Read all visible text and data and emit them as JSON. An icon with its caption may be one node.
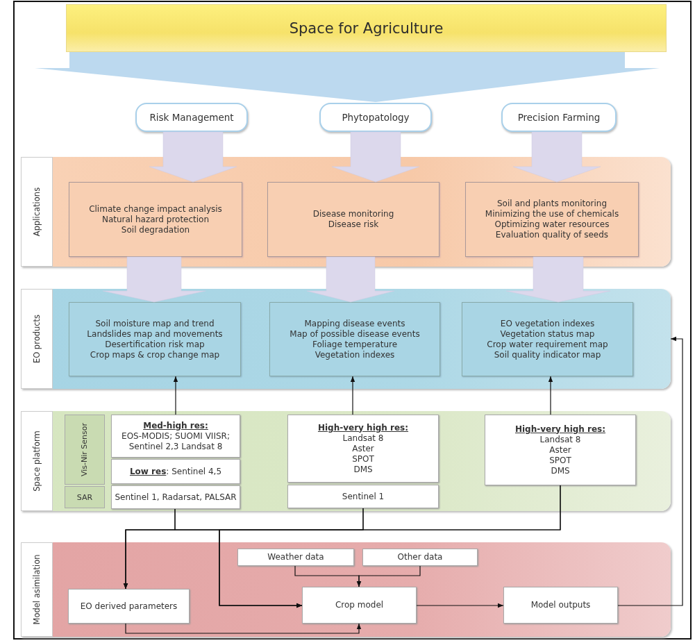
{
  "diagram": {
    "nodes": [
      {
        "text": [
          "Space for Agriculture"
        ]
      },
      {
        "text": [
          "Risk Management"
        ]
      },
      {
        "text": [
          "Phytopatology"
        ]
      },
      {
        "text": [
          "Precision Farming"
        ]
      },
      {
        "text": [
          "Applications"
        ]
      },
      {
        "text": [
          "Climate change impact analysis",
          "Natural hazard protection",
          "Soil degradation"
        ],
        "in": 4
      },
      {
        "text": [
          "Disease monitoring",
          "Disease risk"
        ],
        "in": 4
      },
      {
        "text": [
          "Soil and plants monitoring",
          "Minimizing the use of chemicals",
          "Optimizing water resources",
          "Evaluation quality of seeds"
        ],
        "in": 4
      },
      {
        "text": [
          "EO products"
        ]
      },
      {
        "text": [
          "Soil moisture map and trend",
          "Landslides map and movements",
          "Desertification risk map",
          "Crop maps & crop change map"
        ],
        "in": 8
      },
      {
        "text": [
          "Mapping disease events",
          "Map of possible disease events",
          "Foliage temperature",
          "Vegetation indexes"
        ],
        "in": 8
      },
      {
        "text": [
          "EO vegetation indexes",
          "Vegetation status map",
          "Crop water requirement map",
          "Soil quality indicator map"
        ],
        "in": 8
      },
      {
        "text": [
          "Space platform"
        ]
      },
      {
        "text": [
          "Vis-Nir Sensor"
        ],
        "in": 12
      },
      {
        "text": [
          "SAR"
        ],
        "in": 12
      },
      {
        "text": [
          "Med-high res:",
          "EOS-MODIS; SUOMI VIISR; Sentinel 2,3 Landsat 8"
        ],
        "in": 12
      },
      {
        "text": [
          "**Low res**: Sentinel 4,5"
        ],
        "in": 12
      },
      {
        "text": [
          "Sentinel 1, Radarsat, PALSAR"
        ],
        "in": 12
      },
      {
        "text": [
          "High-very high res:",
          "Landsat 8",
          "Aster",
          "SPOT",
          "DMS"
        ],
        "in": 12
      },
      {
        "text": [
          "Sentinel 1"
        ],
        "in": 12
      },
      {
        "text": [
          "High-very high res:",
          "Landsat 8",
          "Aster",
          "SPOT",
          "DMS"
        ],
        "in": 12
      },
      {
        "text": [
          "Model asimilation"
        ]
      },
      {
        "text": [
          "Weather data"
        ],
        "in": 21
      },
      {
        "text": [
          "Other data"
        ],
        "in": 21
      },
      {
        "text": [
          "EO derived parameters"
        ],
        "in": 21
      },
      {
        "text": [
          "Crop model"
        ],
        "in": 21
      },
      {
        "text": [
          "Model outputs"
        ],
        "in": 21
      }
    ],
    "edges": [
      {
        "from": 0,
        "to": 2,
        "arrow": "to",
        "style": "thick",
        "color": "#bcd9ef"
      },
      {
        "from": 1,
        "to": 5,
        "arrow": "to",
        "style": "thick",
        "color": "#dcd8ec"
      },
      {
        "from": 2,
        "to": 6,
        "arrow": "to",
        "style": "thick",
        "color": "#dcd8ec"
      },
      {
        "from": 3,
        "to": 7,
        "arrow": "to",
        "style": "thick",
        "color": "#dcd8ec"
      },
      {
        "from": 5,
        "to": 9,
        "arrow": "to",
        "style": "thick",
        "color": "#dcd8ec"
      },
      {
        "from": 6,
        "to": 10,
        "arrow": "to",
        "style": "thick",
        "color": "#dcd8ec"
      },
      {
        "from": 7,
        "to": 11,
        "arrow": "to",
        "style": "thick",
        "color": "#dcd8ec"
      },
      {
        "from": 15,
        "to": 9,
        "arrow": "to"
      },
      {
        "from": 18,
        "to": 10,
        "arrow": "to"
      },
      {
        "from": 20,
        "to": 11,
        "arrow": "to"
      },
      {
        "from": 17,
        "to": 24,
        "arrow": "to"
      },
      {
        "from": 17,
        "to": 25,
        "arrow": "to"
      },
      {
        "from": 19,
        "to": 24,
        "arrow": "to"
      },
      {
        "from": 19,
        "to": 25,
        "arrow": "to"
      },
      {
        "from": 20,
        "to": 24,
        "arrow": "to"
      },
      {
        "from": 20,
        "to": 25,
        "arrow": "to"
      },
      {
        "from": 22,
        "to": 25,
        "arrow": "to"
      },
      {
        "from": 23,
        "to": 25,
        "arrow": "to"
      },
      {
        "from": 24,
        "to": 25,
        "arrow": "to"
      },
      {
        "from": 25,
        "to": 26,
        "arrow": "to"
      },
      {
        "from": 26,
        "to": 8,
        "arrow": "to"
      }
    ]
  }
}
